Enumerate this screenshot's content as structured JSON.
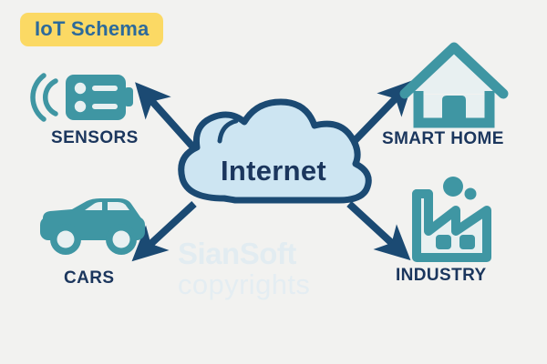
{
  "diagram": {
    "title": "IoT Schema",
    "background_color": "#f2f2f0",
    "badge_color": "#fbd964",
    "badge_text_color": "#2c6a9b",
    "accent_teal": "#3f96a3",
    "accent_teal_light": "#e8f0f1",
    "accent_navy": "#1b365d",
    "cloud_fill": "#cde5f2",
    "cloud_stroke": "#1b4a73"
  },
  "center": {
    "label": "Internet",
    "icon": "cloud-icon"
  },
  "watermark": {
    "line1": "SianSoft",
    "line2": "copyrights"
  },
  "nodes": [
    {
      "id": "sensors",
      "label": "SENSORS",
      "icon": "sensor-device-icon",
      "position": "top-left"
    },
    {
      "id": "smart-home",
      "label": "SMART HOME",
      "icon": "house-icon",
      "position": "top-right"
    },
    {
      "id": "cars",
      "label": "CARS",
      "icon": "car-icon",
      "position": "bottom-left"
    },
    {
      "id": "industry",
      "label": "INDUSTRY",
      "icon": "factory-icon",
      "position": "bottom-right"
    }
  ],
  "connections": [
    {
      "id": "internet-to-sensors",
      "from": "Internet",
      "to": "SENSORS",
      "direction": "up-left"
    },
    {
      "id": "internet-to-smart-home",
      "from": "Internet",
      "to": "SMART HOME",
      "direction": "up-right"
    },
    {
      "id": "internet-to-cars",
      "from": "Internet",
      "to": "CARS",
      "direction": "down-left"
    },
    {
      "id": "internet-to-industry",
      "from": "Internet",
      "to": "INDUSTRY",
      "direction": "down-right"
    }
  ]
}
